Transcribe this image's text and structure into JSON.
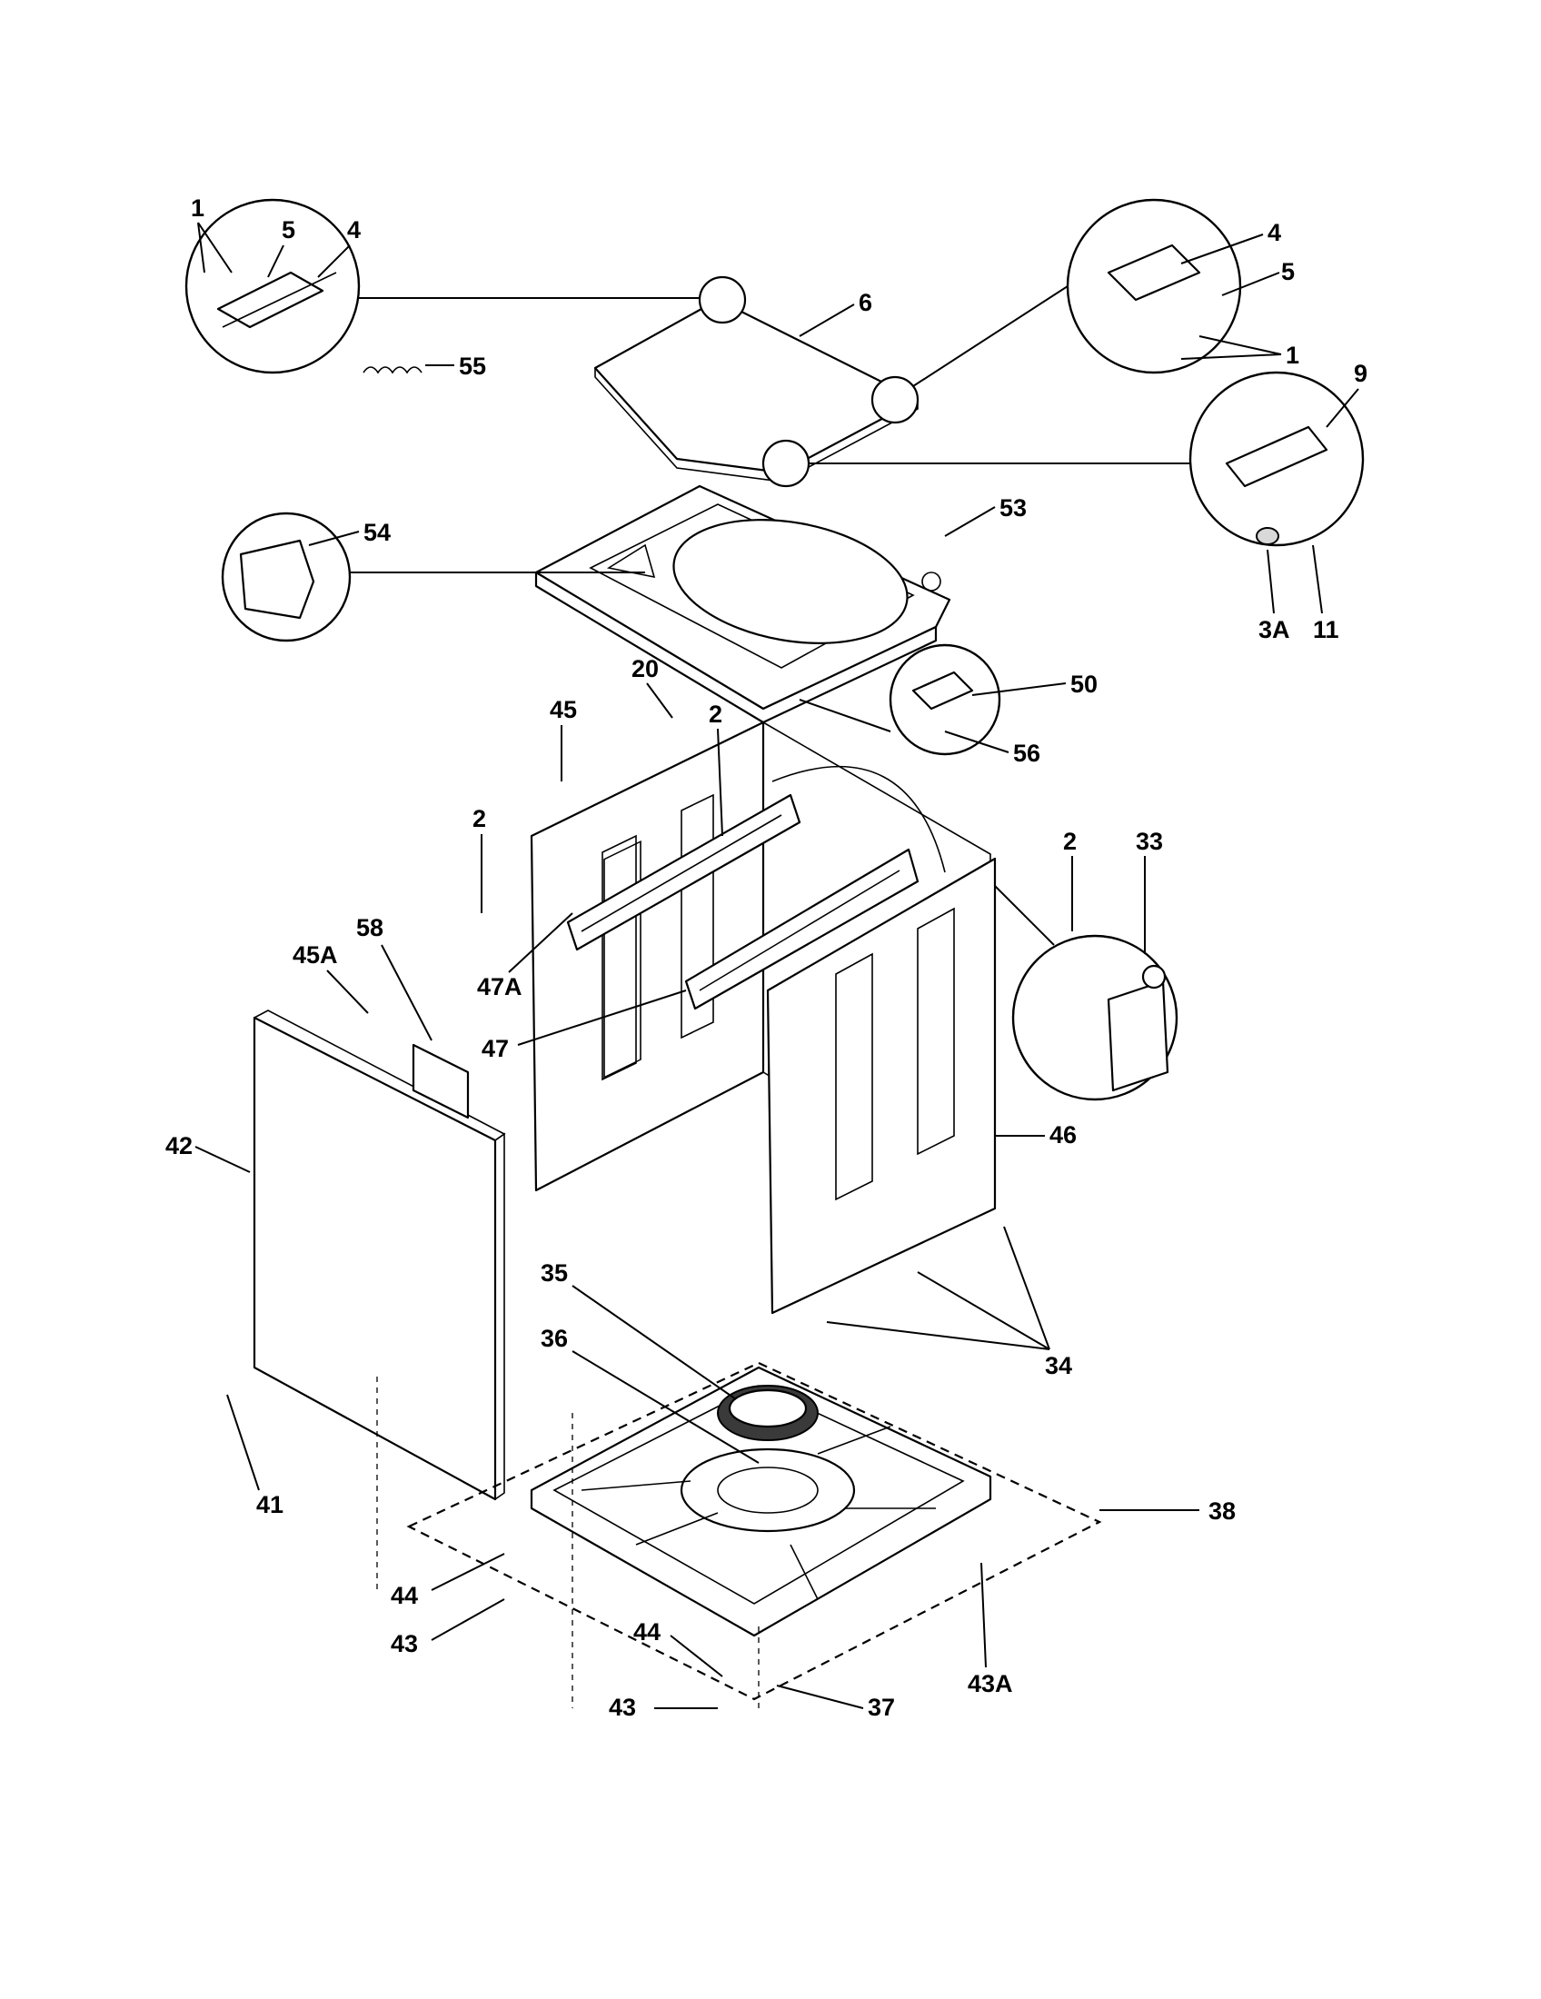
{
  "callouts": {
    "c1a": "1",
    "c5a": "5",
    "c4a": "4",
    "c55": "55",
    "c6": "6",
    "c4b": "4",
    "c5b": "5",
    "c1b": "1",
    "c9": "9",
    "c3A": "3A",
    "c11": "11",
    "c54": "54",
    "c53": "53",
    "c20": "20",
    "c2a": "2",
    "c45": "45",
    "c50": "50",
    "c56": "56",
    "c2b": "2",
    "c2c": "2",
    "c33": "33",
    "c58": "58",
    "c45A": "45A",
    "c47A": "47A",
    "c47": "47",
    "c42": "42",
    "c46": "46",
    "c35": "35",
    "c36": "36",
    "c34": "34",
    "c41": "41",
    "c38": "38",
    "c44a": "44",
    "c43a": "43",
    "c44b": "44",
    "c43b": "43",
    "c37": "37",
    "c43A": "43A"
  }
}
